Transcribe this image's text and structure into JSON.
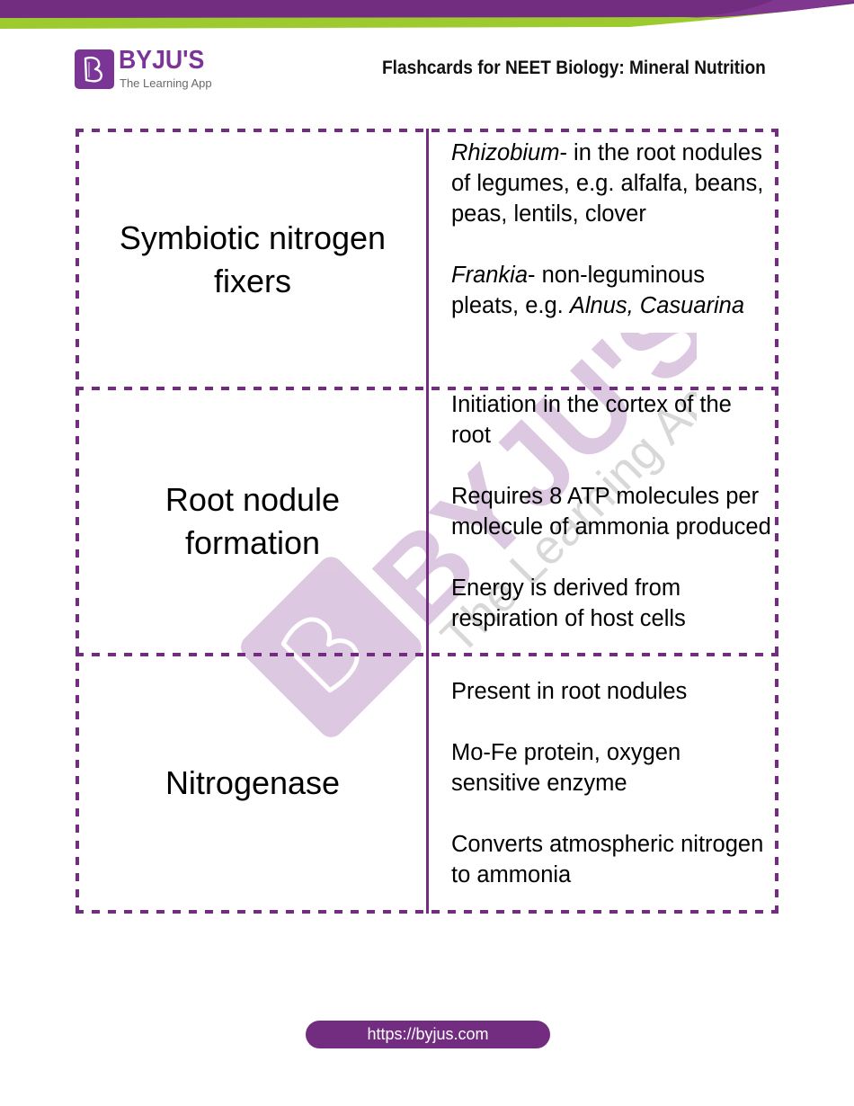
{
  "header": {
    "brand": "BYJU'S",
    "brand_tagline": "The Learning App",
    "title": "Flashcards for NEET Biology: Mineral Nutrition",
    "colors": {
      "purple": "#722c80",
      "green": "#9dcb2f",
      "logo_purple": "#7b3596"
    }
  },
  "watermark": {
    "brand": "BYJU'S",
    "tagline": "The Learning App"
  },
  "cards": [
    {
      "term_lines": [
        "Symbiotic nitrogen",
        "fixers"
      ],
      "definitions": [
        {
          "italic": "Rhizobium",
          "text": "- in the root nodules of legumes, e.g. alfalfa, beans, peas, lentils, clover"
        },
        {
          "italic": "Frankia",
          "text": "- non-leguminous pleats, e.g. ",
          "italic_tail": "Alnus, Casuarina"
        }
      ]
    },
    {
      "term_lines": [
        "Root nodule",
        "formation"
      ],
      "definitions": [
        {
          "text": "Initiation in the cortex of the root"
        },
        {
          "text": "Requires 8 ATP molecules per molecule of ammonia produced"
        },
        {
          "text": "Energy is derived from respiration of host cells"
        }
      ]
    },
    {
      "term_lines": [
        "Nitrogenase"
      ],
      "definitions": [
        {
          "text": "Present in root nodules"
        },
        {
          "text": "Mo-Fe protein, oxygen sensitive enzyme"
        },
        {
          "text": "Converts atmospheric nitrogen to ammonia"
        }
      ]
    }
  ],
  "footer": {
    "url": "https://byjus.com"
  }
}
